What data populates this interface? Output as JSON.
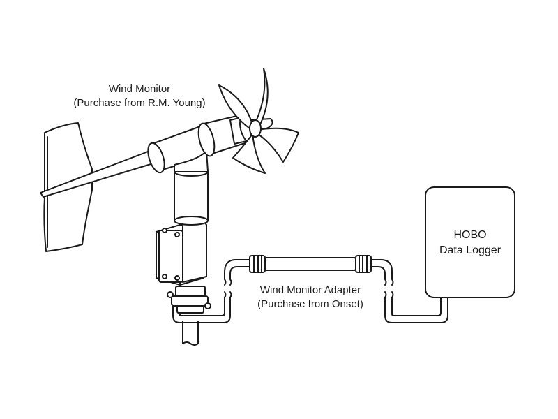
{
  "labels": {
    "wind_monitor": {
      "line1": "Wind Monitor",
      "line2": "(Purchase from R.M. Young)"
    },
    "adapter": {
      "line1": "Wind Monitor Adapter",
      "line2": "(Purchase from Onset)"
    },
    "logger": {
      "line1": "HOBO",
      "line2": "Data Logger"
    }
  },
  "colors": {
    "line": "#1a1a1a",
    "background": "#ffffff"
  }
}
